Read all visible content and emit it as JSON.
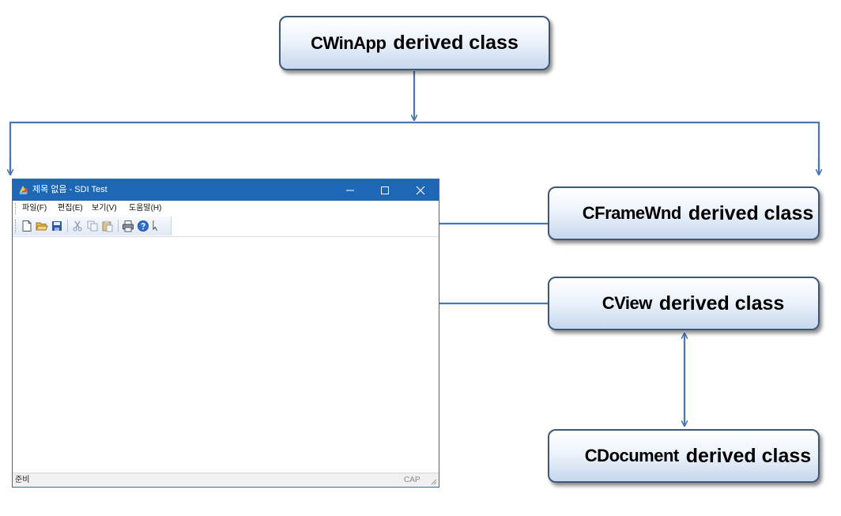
{
  "boxes": {
    "cwinapp": {
      "class_name": "CWinApp",
      "suffix": "derived class"
    },
    "cframewnd": {
      "class_name": "CFrameWnd",
      "suffix": "derived class"
    },
    "cview": {
      "class_name": "CView",
      "suffix": "derived class"
    },
    "cdocument": {
      "class_name": "CDocument",
      "suffix": "derived class"
    }
  },
  "app_window": {
    "title": "제목 없음 - SDI Test",
    "menu": [
      "파일(F)",
      "편집(E)",
      "보기(V)",
      "도움말(H)"
    ],
    "toolbar_icons": [
      "new-file-icon",
      "open-folder-icon",
      "save-icon",
      "cut-icon",
      "copy-icon",
      "paste-icon",
      "print-icon",
      "help-icon"
    ],
    "status": "준비",
    "status_indicator": "CAP"
  },
  "colors": {
    "arrow": "#4a76b4",
    "titlebar": "#1e67b6",
    "box_border": "#3d5775"
  }
}
